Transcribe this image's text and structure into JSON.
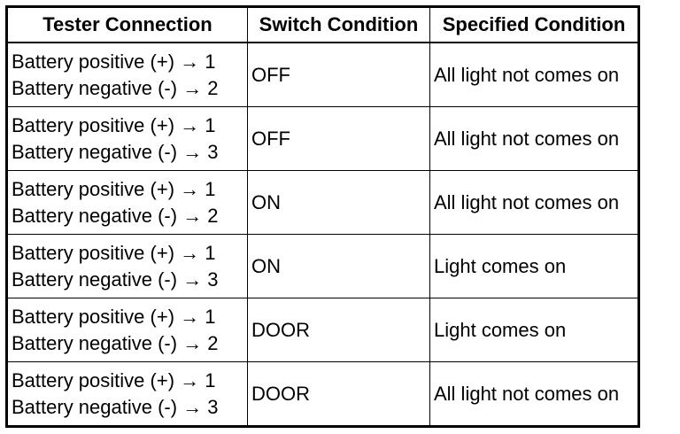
{
  "table": {
    "headers": [
      "Tester Connection",
      "Switch Condition",
      "Specified Condition"
    ],
    "rows": [
      {
        "tester_line1": "Battery positive (+) → 1",
        "tester_line2": "Battery negative (-) → 2",
        "switch": "OFF",
        "specified": "All light not comes on"
      },
      {
        "tester_line1": "Battery positive (+) → 1",
        "tester_line2": "Battery negative (-) → 3",
        "switch": "OFF",
        "specified": "All light not comes on"
      },
      {
        "tester_line1": "Battery positive (+) → 1",
        "tester_line2": "Battery negative (-) → 2",
        "switch": "ON",
        "specified": "All light not comes on"
      },
      {
        "tester_line1": "Battery positive (+) → 1",
        "tester_line2": "Battery negative (-) → 3",
        "switch": "ON",
        "specified": "Light comes on"
      },
      {
        "tester_line1": "Battery positive (+) → 1",
        "tester_line2": "Battery negative (-) → 2",
        "switch": "DOOR",
        "specified": "Light comes on"
      },
      {
        "tester_line1": "Battery positive (+) → 1",
        "tester_line2": "Battery negative (-) → 3",
        "switch": "DOOR",
        "specified": "All light not comes on"
      }
    ]
  }
}
